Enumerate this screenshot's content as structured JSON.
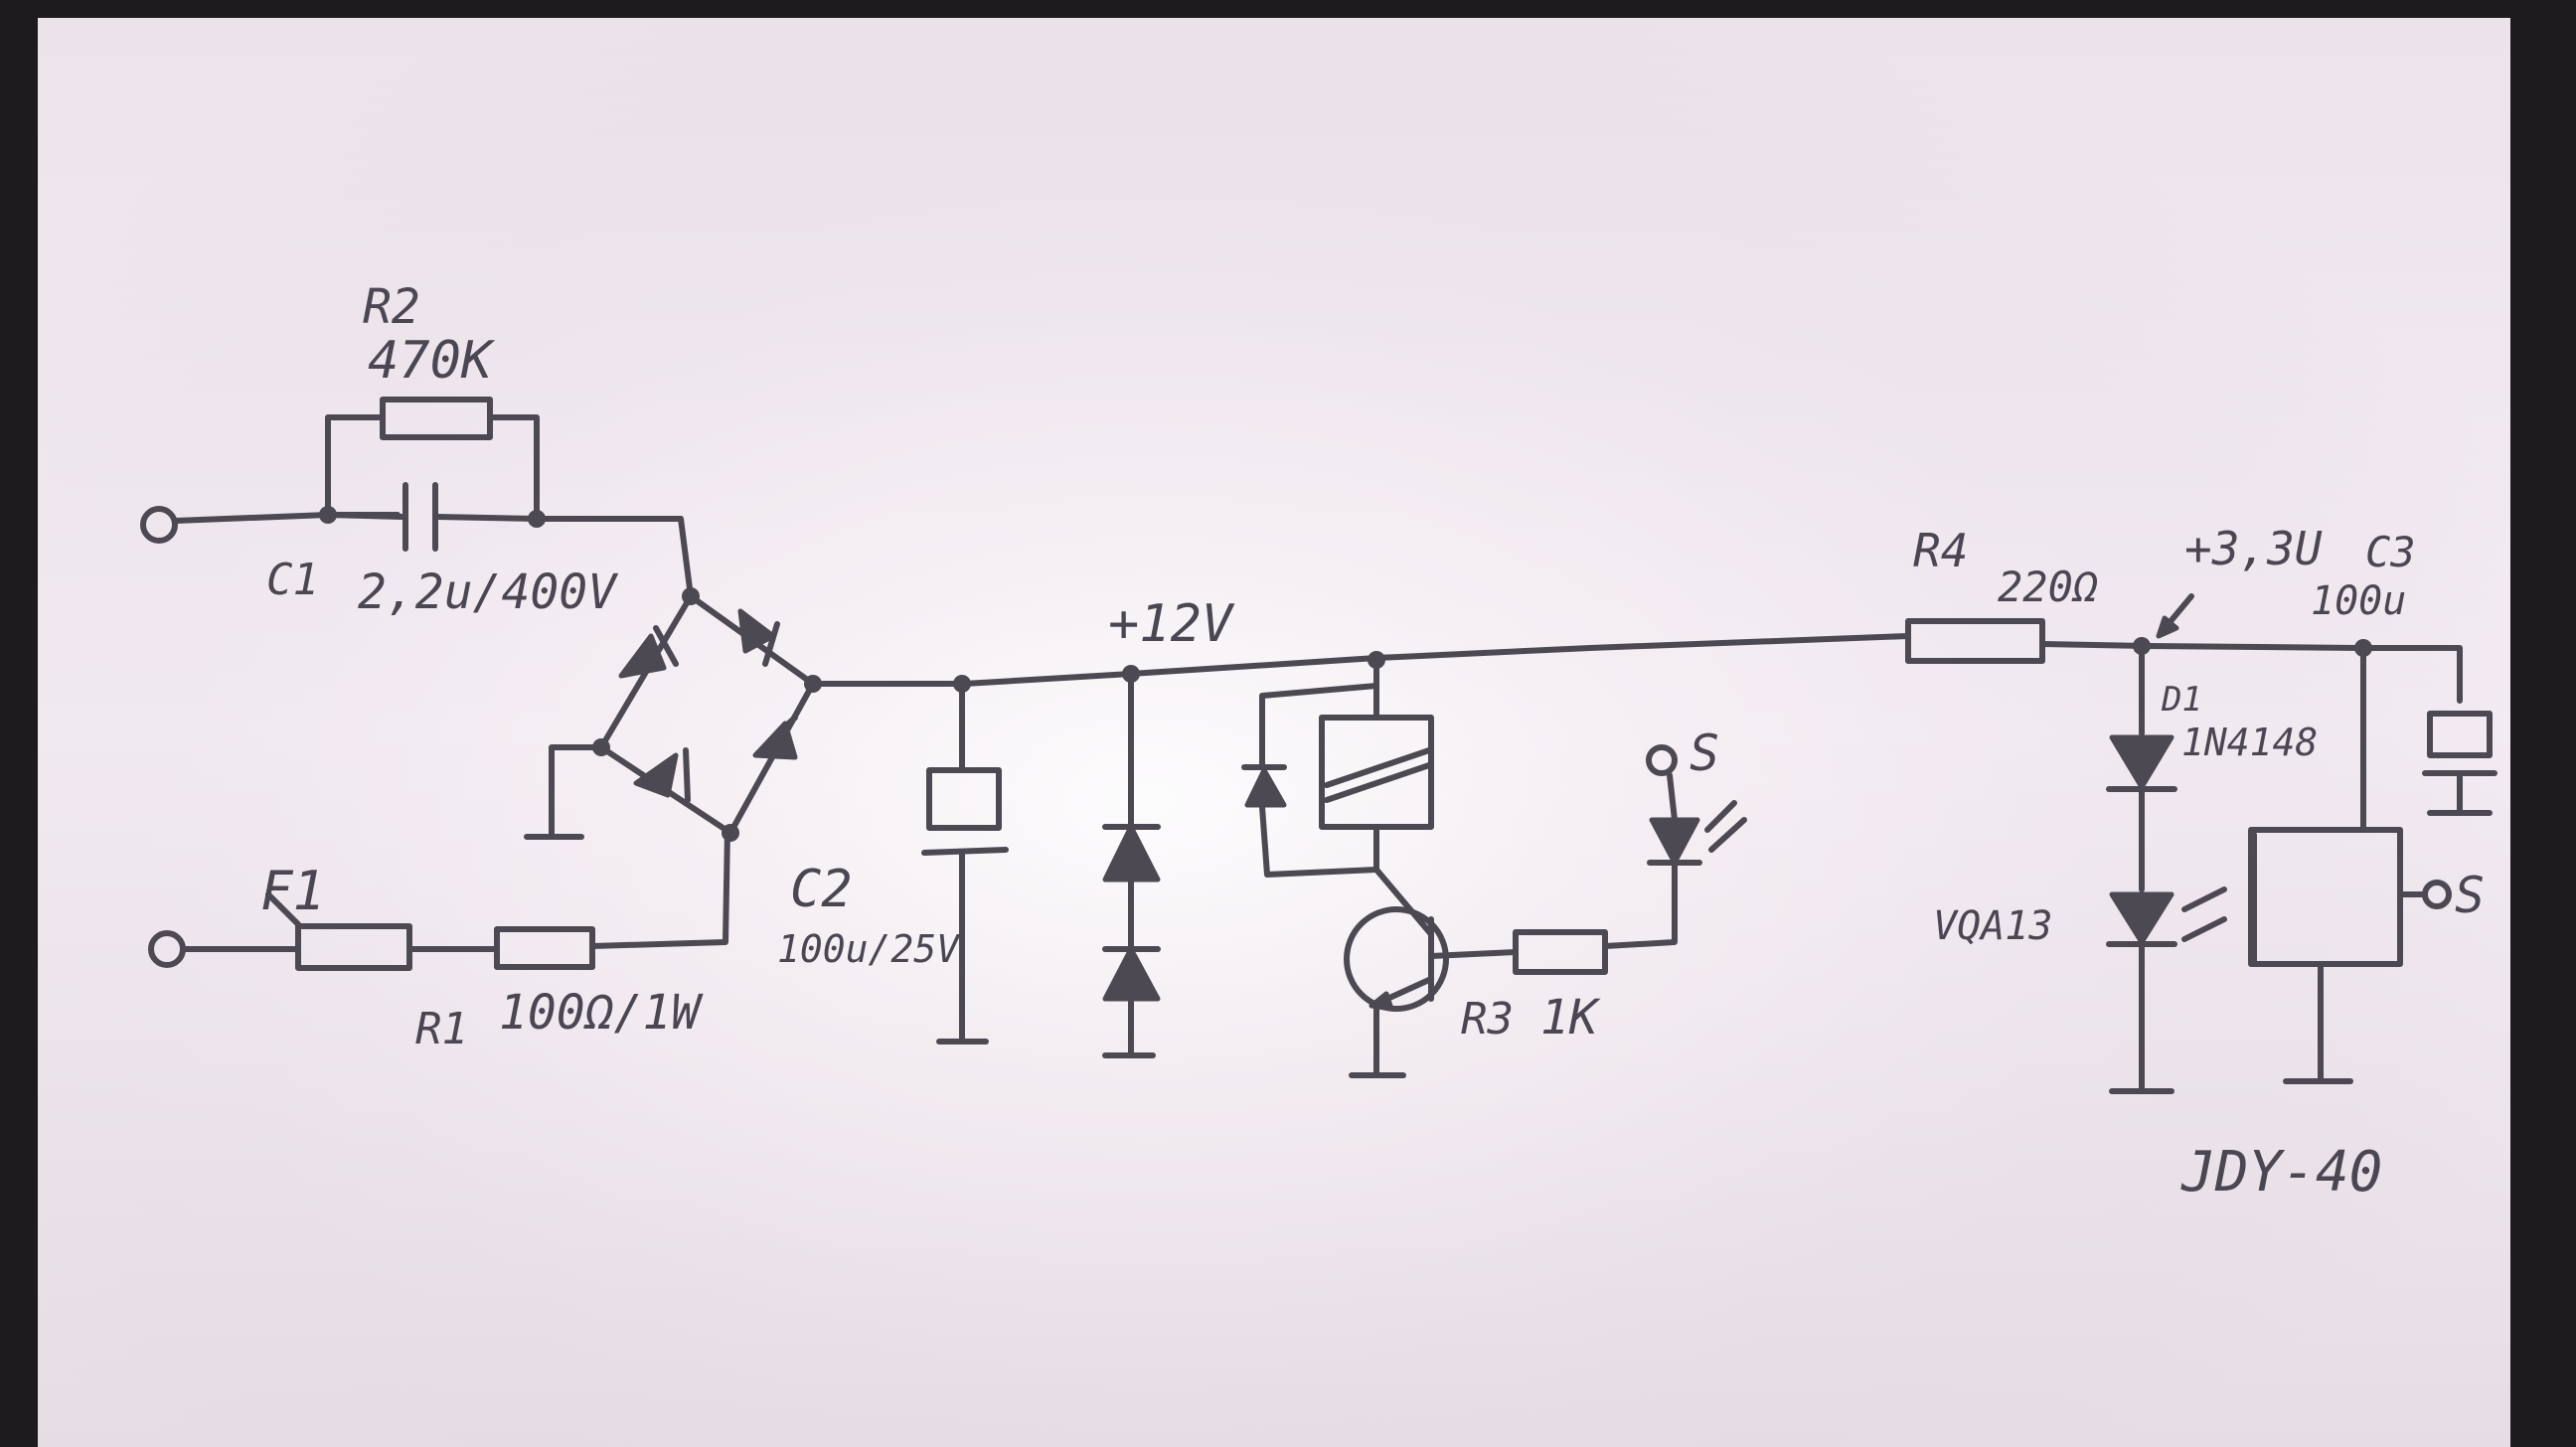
{
  "labels": {
    "r2_name": "R2",
    "r2_value": "470K",
    "c1_name": "C1",
    "c1_value": "2,2u/400V",
    "f1_name": "F1",
    "r1_name": "R1",
    "r1_value": "100Ω/1W",
    "c2_name": "C2",
    "c2_value": "100u/25V",
    "rail_12v": "+12V",
    "r3_name": "R3",
    "r3_value": "1K",
    "s_top": "S",
    "r4_name": "R4",
    "r4_value": "220Ω",
    "rail_33v": "+3,3U",
    "c3_name": "C3",
    "c3_value": "100u",
    "d1_name": "D1",
    "d1_value": "1N4148",
    "vqa_name": "VQA13",
    "s_right": "S",
    "module_name": "JDY-40"
  },
  "colors": {
    "paper": "#f1eaf0",
    "ink": "#4d4953",
    "background": "#1e1b1e"
  }
}
